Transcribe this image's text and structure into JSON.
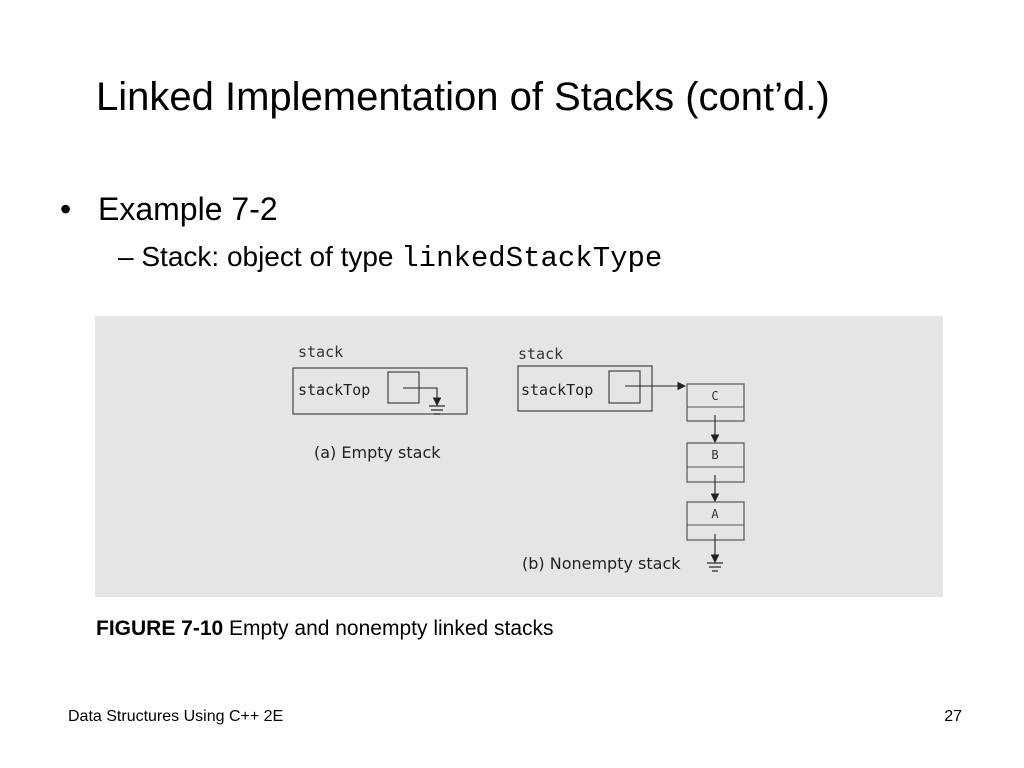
{
  "slide": {
    "title": "Linked Implementation of Stacks (cont’d.)",
    "bullet": "Example 7-2",
    "sub_bullet": {
      "dash": "–",
      "text": "Stack: object of type ",
      "code": "linkedStackType"
    }
  },
  "figure": {
    "empty_stack": {
      "object_label": "stack",
      "member_label": "stackTop",
      "caption": "(a) Empty stack"
    },
    "nonempty_stack": {
      "object_label": "stack",
      "member_label": "stackTop",
      "caption": "(b) Nonempty stack",
      "nodes": [
        "C",
        "B",
        "A"
      ]
    },
    "caption_label": "FIGURE 7-10",
    "caption_text": " Empty and nonempty linked stacks"
  },
  "footer": {
    "course": "Data Structures Using C++ 2E",
    "page_number": "27"
  }
}
